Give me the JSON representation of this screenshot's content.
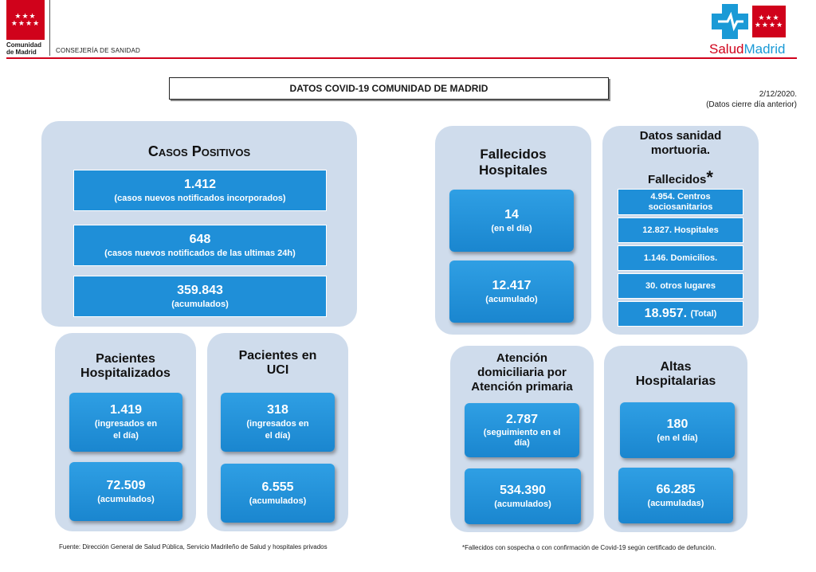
{
  "header": {
    "org_line1": "Comunidad",
    "org_line2": "de Madrid",
    "department": "CONSEJERÍA DE SANIDAD",
    "brand_salud": "Salud",
    "brand_madrid": "Madrid"
  },
  "title": "DATOS COVID-19 COMUNIDAD DE MADRID",
  "date_line1": "2/12/2020.",
  "date_line2": "(Datos cierre día anterior)",
  "casos": {
    "title": "Casos Positivos",
    "items": [
      {
        "value": "1.412",
        "label": "(casos nuevos notificados incorporados)"
      },
      {
        "value": "648",
        "label": "(casos nuevos notificados de las ultimas 24h)"
      },
      {
        "value": "359.843",
        "label": "(acumulados)"
      }
    ]
  },
  "hospitalizados": {
    "title_1": "Pacientes",
    "title_2": "Hospitalizados",
    "items": [
      {
        "value": "1.419",
        "label_1": "(ingresados en",
        "label_2": "el día)"
      },
      {
        "value": "72.509",
        "label_1": "(acumulados)",
        "label_2": ""
      }
    ]
  },
  "uci": {
    "title_1": "Pacientes en",
    "title_2": "UCI",
    "items": [
      {
        "value": "318",
        "label_1": "(ingresados en",
        "label_2": "el día)"
      },
      {
        "value": "6.555",
        "label_1": "(acumulados)",
        "label_2": ""
      }
    ]
  },
  "fallecidos_hosp": {
    "title_1": "Fallecidos",
    "title_2": "Hospitales",
    "items": [
      {
        "value": "14",
        "label": "(en el día)"
      },
      {
        "value": "12.417",
        "label": "(acumulado)"
      }
    ]
  },
  "mortuoria": {
    "title_1": "Datos sanidad",
    "title_2": "mortuoria.",
    "subtitle": "Fallecidos",
    "asterisk": "*",
    "items": [
      {
        "line1": "4.954. Centros",
        "line2": "sociosanitarios"
      },
      {
        "line1": "12.827. Hospitales",
        "line2": ""
      },
      {
        "line1": "1.146. Domicilios.",
        "line2": ""
      },
      {
        "line1": "30. otros lugares",
        "line2": ""
      }
    ],
    "total_value": "18.957.",
    "total_label": "(Total)"
  },
  "domiciliaria": {
    "title_1": "Atención",
    "title_2": "domiciliaria por",
    "title_3": "Atención primaria",
    "items": [
      {
        "value": "2.787",
        "label_1": "(seguimiento en el",
        "label_2": "día)"
      },
      {
        "value": "534.390",
        "label_1": "(acumulados)",
        "label_2": ""
      }
    ]
  },
  "altas": {
    "title_1": "Altas",
    "title_2": "Hospitalarias",
    "items": [
      {
        "value": "180",
        "label": "(en el día)"
      },
      {
        "value": "66.285",
        "label": "(acumuladas)"
      }
    ]
  },
  "footer_left": "Fuente: Dirección General de Salud Pública, Servicio Madrileño de Salud y hospitales privados",
  "footer_right": "*Fallecidos con sospecha o con confirmación de Covid-19 según certificado de defunción."
}
